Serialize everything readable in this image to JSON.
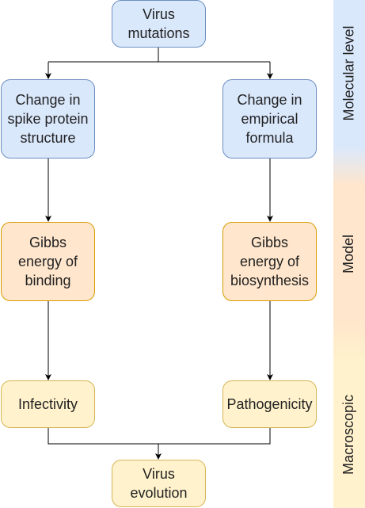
{
  "nodes": {
    "virus_mutations": "Virus\nmutations",
    "spike_change": "Change in\nspike protein\nstructure",
    "formula_change": "Change in\nempirical\nformula",
    "gibbs_binding": "Gibbs\nenergy of\nbinding",
    "gibbs_biosynthesis": "Gibbs\nenergy of\nbiosynthesis",
    "infectivity": "Infectivity",
    "pathogenicity": "Pathogenicity",
    "virus_evolution": "Virus\nevolution"
  },
  "levels": {
    "molecular": "Molecular level",
    "model": "Model",
    "macroscopic": "Macroscopic"
  },
  "colors": {
    "molecular_fill": "#dae8fc",
    "molecular_stroke": "#6c8ebf",
    "model_fill": "#ffe6cc",
    "model_stroke": "#d79b00",
    "macroscopic_fill": "#fff2cc",
    "macroscopic_stroke": "#d6b656"
  }
}
